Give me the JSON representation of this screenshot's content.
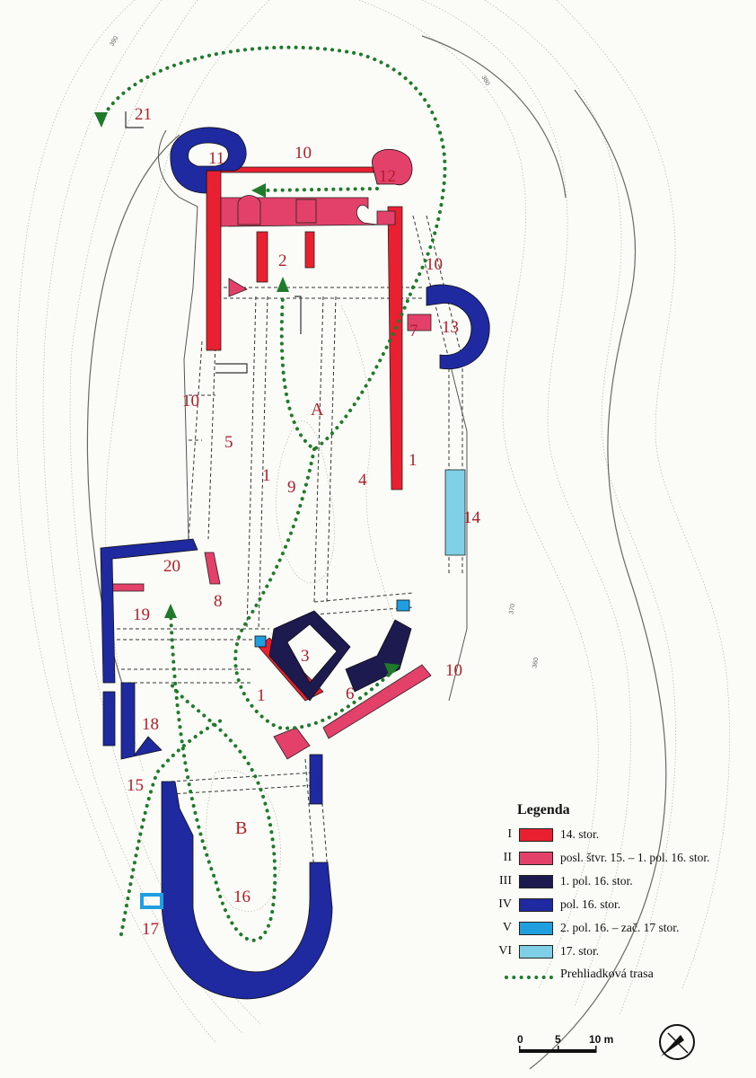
{
  "labels": {
    "n1a": "1",
    "n1b": "1",
    "n1c": "1",
    "n2": "2",
    "n3": "3",
    "n4": "4",
    "n5": "5",
    "n6": "6",
    "n7": "7",
    "n8": "8",
    "n9": "9",
    "n10a": "10",
    "n10b": "10",
    "n10c": "10",
    "n10d": "10",
    "n11": "11",
    "n12": "12",
    "n13": "13",
    "n14": "14",
    "n15": "15",
    "n16": "16",
    "n17": "17",
    "n18": "18",
    "n19": "19",
    "n20": "20",
    "n21": "21",
    "lA": "A",
    "lB": "B"
  },
  "contours": {
    "c390": "390",
    "c380": "380",
    "c370": "370",
    "c360": "360"
  },
  "legend": {
    "title": "Legenda",
    "items": [
      {
        "roman": "I",
        "color": "#e8202f",
        "label": "14. stor."
      },
      {
        "roman": "II",
        "color": "#e3406a",
        "label": "posl. štvr. 15. – 1. pol. 16. stor."
      },
      {
        "roman": "III",
        "color": "#1c1a4f",
        "label": "1. pol. 16. stor."
      },
      {
        "roman": "IV",
        "color": "#1f2aa0",
        "label": "pol. 16. stor."
      },
      {
        "roman": "V",
        "color": "#1f9fe0",
        "label": "2. pol. 16. – zač. 17 stor."
      },
      {
        "roman": "VI",
        "color": "#7fd0e6",
        "label": "17. stor."
      }
    ],
    "trail": "Prehliadková trasa"
  },
  "scale": {
    "t0": "0",
    "t5": "5",
    "t10": "10 m"
  },
  "colors": {
    "period_I": "#e8202f",
    "period_II": "#e3406a",
    "period_III": "#1c1a4f",
    "period_IV": "#1f2aa0",
    "period_V": "#1f9fe0",
    "period_VI": "#7fd0e6",
    "trail": "#1f7a2a",
    "label": "#b01e2a"
  }
}
